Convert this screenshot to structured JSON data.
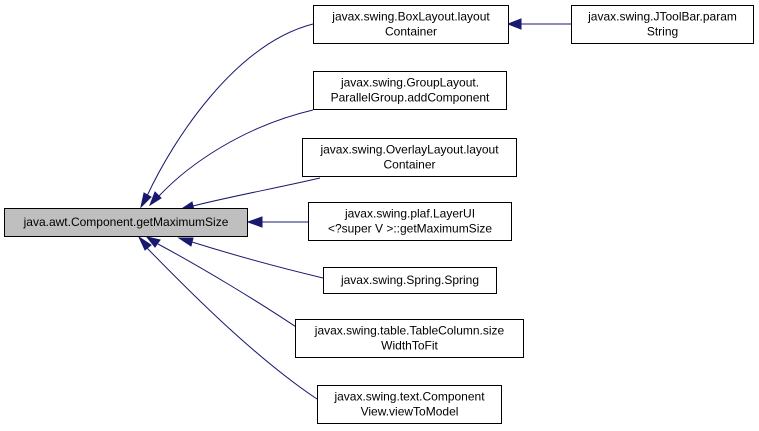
{
  "graph": {
    "nodes": [
      {
        "id": "root",
        "name": "node-component-getmaximumsize",
        "lines": [
          "java.awt.Component.getMaximumSize"
        ],
        "root": true
      },
      {
        "id": "box",
        "name": "node-boxlayout-layoutcontainer",
        "lines": [
          "javax.swing.BoxLayout.layout",
          "Container"
        ]
      },
      {
        "id": "toolbar",
        "name": "node-jtoolbar-paramstring",
        "lines": [
          "javax.swing.JToolBar.param",
          "String"
        ]
      },
      {
        "id": "group",
        "name": "node-grouplayout-addcomponent",
        "lines": [
          "javax.swing.GroupLayout.",
          "ParallelGroup.addComponent"
        ]
      },
      {
        "id": "overlay",
        "name": "node-overlaylayout-layoutcontainer",
        "lines": [
          "javax.swing.OverlayLayout.layout",
          "Container"
        ]
      },
      {
        "id": "layerui",
        "name": "node-layerui-getmaximumsize",
        "lines": [
          "javax.swing.plaf.LayerUI",
          "<?super V >::getMaximumSize"
        ]
      },
      {
        "id": "spring",
        "name": "node-spring-spring",
        "lines": [
          "javax.swing.Spring.Spring"
        ]
      },
      {
        "id": "tablecol",
        "name": "node-tablecolumn-sizewidthtofit",
        "lines": [
          "javax.swing.table.TableColumn.size",
          "WidthToFit"
        ]
      },
      {
        "id": "compview",
        "name": "node-componentview-viewtomodel",
        "lines": [
          "javax.swing.text.Component",
          "View.viewToModel"
        ]
      }
    ],
    "edges": [
      {
        "from": "box",
        "to": "root"
      },
      {
        "from": "toolbar",
        "to": "box"
      },
      {
        "from": "group",
        "to": "root"
      },
      {
        "from": "overlay",
        "to": "root"
      },
      {
        "from": "layerui",
        "to": "root"
      },
      {
        "from": "spring",
        "to": "root"
      },
      {
        "from": "tablecol",
        "to": "root"
      },
      {
        "from": "compview",
        "to": "root"
      }
    ],
    "colors": {
      "edge": "#191970",
      "root_fill": "#bfbfbf",
      "node_fill": "#ffffff",
      "border": "#000000"
    }
  }
}
